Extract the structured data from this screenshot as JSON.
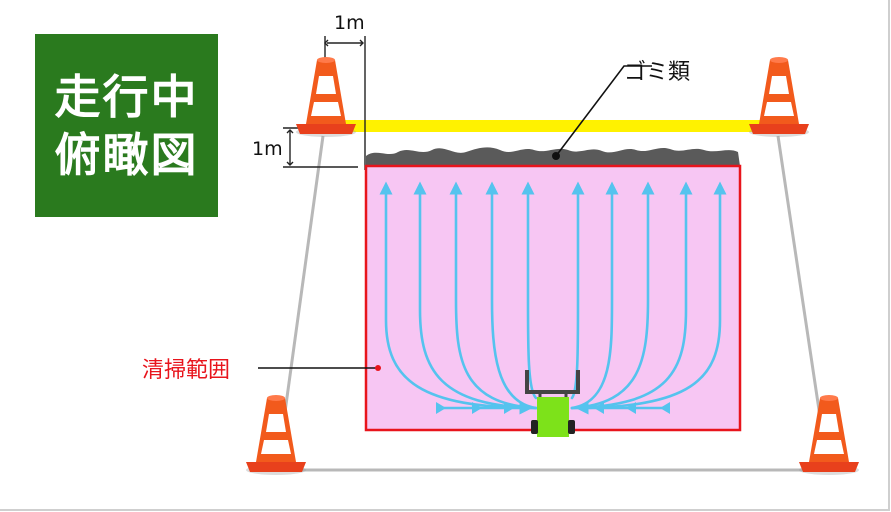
{
  "title": {
    "line1": "走行中",
    "line2": "俯瞰図"
  },
  "labels": {
    "dim_top": "1m",
    "dim_left": "1m",
    "debris": "ゴミ類",
    "cleaning_area": "清掃範囲"
  },
  "colors": {
    "title_bg": "#2a7a1e",
    "area_fill": "#f7c6f3",
    "area_border": "#e8141c",
    "path_arrows": "#55c3ee",
    "barrier_tape": "#fff200",
    "debris": "#5a5a5a",
    "robot": "#7de21a",
    "cone": "#e8401c",
    "label_red": "#e8141c"
  },
  "icons": [
    "traffic-cone-icon",
    "robot-icon",
    "barrier-tape"
  ]
}
